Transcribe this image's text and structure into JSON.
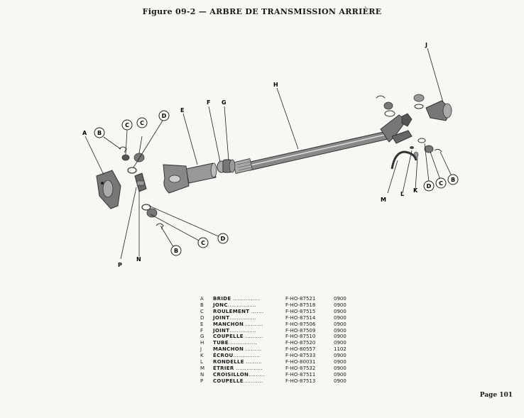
{
  "title": "Figure 09-2 — ARBRE DE TRANSMISSION ARRIÈRE",
  "page_number": "Page 101",
  "callouts": {
    "A": "A",
    "B": "B",
    "C": "C",
    "D": "D",
    "E": "E",
    "F": "F",
    "G": "G",
    "H": "H",
    "J": "J",
    "K": "K",
    "L": "L",
    "M": "M",
    "N": "N",
    "P": "P"
  },
  "legend": [
    {
      "letter": "A",
      "name": "BRIDE",
      "dots": " ...............",
      "part": "F-HO-87521",
      "code": "0900"
    },
    {
      "letter": "B",
      "name": "JONC",
      "dots": "................",
      "part": "F-HO-87518",
      "code": "0900"
    },
    {
      "letter": "C",
      "name": "ROULEMENT",
      "dots": " .......",
      "part": "F-HO-87515",
      "code": "0900"
    },
    {
      "letter": "D",
      "name": "JOINT",
      "dots": "...............",
      "part": "F-HO-87514",
      "code": "0900"
    },
    {
      "letter": "E",
      "name": "MANCHON",
      "dots": " ..........",
      "part": "F-HO-87506",
      "code": "0900"
    },
    {
      "letter": "F",
      "name": "JOINT",
      "dots": "...............",
      "part": "F-HO-87509",
      "code": "0900"
    },
    {
      "letter": "G",
      "name": "COUPELLE",
      "dots": " ..........",
      "part": "F-HO-87510",
      "code": "0900"
    },
    {
      "letter": "H",
      "name": "TUBE",
      "dots": "................",
      "part": "F-HO-87520",
      "code": "0900"
    },
    {
      "letter": "J",
      "name": "MANCHON",
      "dots": " .........",
      "part": "F-HO-80557",
      "code": "1102"
    },
    {
      "letter": "K",
      "name": "ÉCROU",
      "dots": "...............",
      "part": "F-HO-87533",
      "code": "0900"
    },
    {
      "letter": "L",
      "name": "RONDELLE",
      "dots": " .........",
      "part": "F-HO-80031",
      "code": "0900"
    },
    {
      "letter": "M",
      "name": "ÉTRIER",
      "dots": " ...............",
      "part": "F-HO-87532",
      "code": "0900"
    },
    {
      "letter": "N",
      "name": "CROISILLON",
      "dots": ".........",
      "part": "F-HO-87511",
      "code": "0900"
    },
    {
      "letter": "P",
      "name": "COUPELLE",
      "dots": "...........",
      "part": "F-HO-87513",
      "code": "0900"
    }
  ]
}
